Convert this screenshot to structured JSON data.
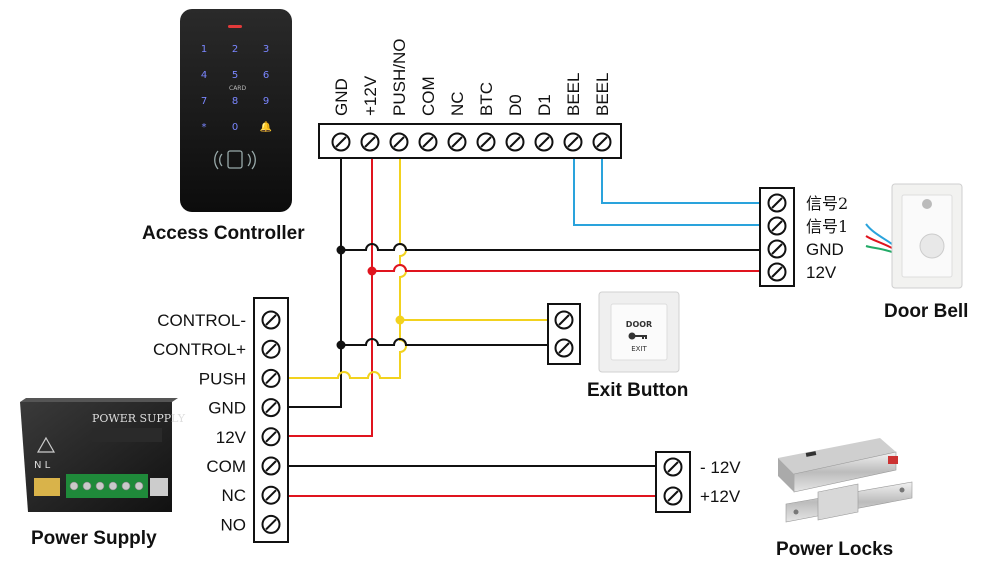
{
  "access_controller": {
    "title": "Access Controller",
    "terminals": [
      "GND",
      "+12V",
      "PUSH/NO",
      "COM",
      "NC",
      "BTC",
      "D0",
      "D1",
      "BEEL",
      "BEEL"
    ],
    "keypad_keys": [
      "1",
      "2",
      "3",
      "4",
      "5",
      "6",
      "7",
      "8",
      "9",
      "*",
      "0",
      "🔔"
    ],
    "card_text": "CARD"
  },
  "door_bell": {
    "title": "Door Bell",
    "terminals": [
      "信号2",
      "信号1",
      "GND",
      "12V"
    ]
  },
  "exit_button": {
    "title": "Exit Button",
    "face_top": "DOOR",
    "face_bottom": "EXIT"
  },
  "power_supply": {
    "title": "Power Supply",
    "terminals": [
      "CONTROL-",
      "CONTROL+",
      "PUSH",
      "GND",
      "12V",
      "COM",
      "NC",
      "NO"
    ],
    "box_label": "POWER SUPPLY",
    "box_side": "N L"
  },
  "power_locks": {
    "title": "Power Locks",
    "terminals": [
      "- 12V",
      "+12V"
    ]
  },
  "colors": {
    "black_wire": "#111111",
    "red_wire": "#e0141e",
    "yellow_wire": "#f2d21e",
    "blue_wire": "#2aa3dc"
  }
}
